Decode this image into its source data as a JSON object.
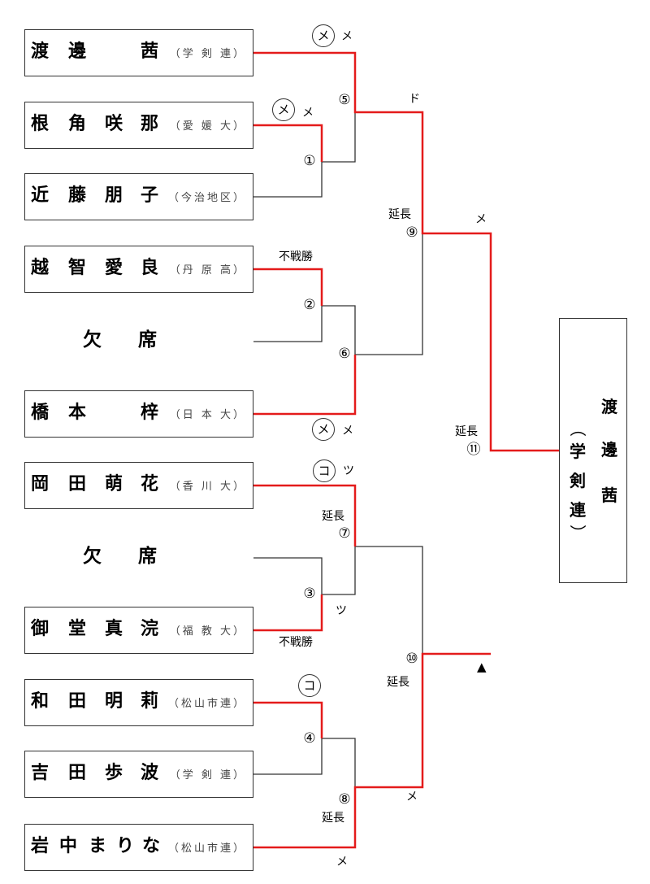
{
  "players": [
    {
      "name_chars": [
        "渡",
        "邊",
        "",
        "茜"
      ],
      "affiliation": "（学 剣 連）"
    },
    {
      "name_chars": [
        "根",
        "角",
        "咲",
        "那"
      ],
      "affiliation": "（愛 媛 大）"
    },
    {
      "name_chars": [
        "近",
        "藤",
        "朋",
        "子"
      ],
      "affiliation": "（今治地区）"
    },
    {
      "name_chars": [
        "越",
        "智",
        "愛",
        "良"
      ],
      "affiliation": "（丹 原 高）"
    },
    {
      "name_chars": [
        "",
        "欠",
        "",
        "席"
      ],
      "affiliation": ""
    },
    {
      "name_chars": [
        "橋",
        "本",
        "",
        "梓"
      ],
      "affiliation": "（日 本 大）"
    },
    {
      "name_chars": [
        "岡",
        "田",
        "萌",
        "花"
      ],
      "affiliation": "（香 川 大）"
    },
    {
      "name_chars": [
        "",
        "欠",
        "",
        "席"
      ],
      "affiliation": ""
    },
    {
      "name_chars": [
        "御",
        "堂",
        "真",
        "浣"
      ],
      "affiliation": "（福 教 大）"
    },
    {
      "name_chars": [
        "和",
        "田",
        "明",
        "莉"
      ],
      "affiliation": "（松山市連）"
    },
    {
      "name_chars": [
        "吉",
        "田",
        "歩",
        "波"
      ],
      "affiliation": "（学 剣 連）"
    },
    {
      "name_chars": [
        "岩",
        "中",
        "ま",
        "り",
        "な"
      ],
      "affiliation": "（松山市連）"
    }
  ],
  "champion": {
    "name_chars": [
      "渡",
      "邊",
      "茜"
    ],
    "paren_open": "（",
    "affiliation_chars": [
      "学",
      "剣",
      "連"
    ],
    "paren_close": "）"
  },
  "match_numbers": [
    "①",
    "②",
    "③",
    "④",
    "⑤",
    "⑥",
    "⑦",
    "⑧",
    "⑨",
    "⑩",
    "⑪"
  ],
  "labels": {
    "fusensho": "不戦勝",
    "encho": "延長",
    "men": "メ",
    "do": "ド",
    "tsuki": "ツ",
    "kote": "コ",
    "hansoku": "▲"
  },
  "colors": {
    "winner_line": "#e41b1b",
    "loser_line": "#333333"
  }
}
